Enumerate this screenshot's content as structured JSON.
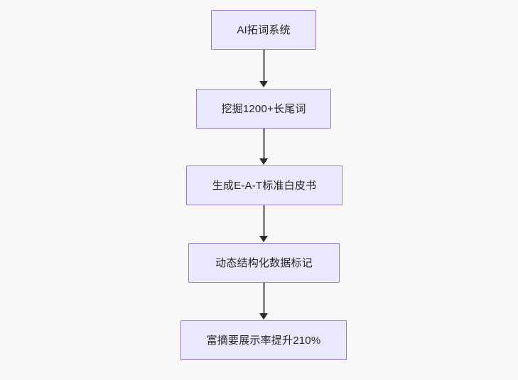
{
  "diagram": {
    "type": "flowchart",
    "direction": "top-to-bottom",
    "background_color": "#f8f8f9",
    "node_fill_color": "#eae8fd",
    "node_border_color": "#9b79d6",
    "node_text_color": "#262626",
    "connector_color": "#8a8a8a",
    "arrowhead_color": "#2b2b2b",
    "nodes": [
      {
        "id": "n1",
        "label": "AI拓词系统"
      },
      {
        "id": "n2",
        "label": "挖掘1200+长尾词"
      },
      {
        "id": "n3",
        "label": "生成E-A-T标准白皮书"
      },
      {
        "id": "n4",
        "label": "动态结构化数据标记"
      },
      {
        "id": "n5",
        "label": "富摘要展示率提升210%"
      }
    ],
    "edges": [
      {
        "from": "n1",
        "to": "n2"
      },
      {
        "from": "n2",
        "to": "n3"
      },
      {
        "from": "n3",
        "to": "n4"
      },
      {
        "from": "n4",
        "to": "n5"
      }
    ]
  }
}
